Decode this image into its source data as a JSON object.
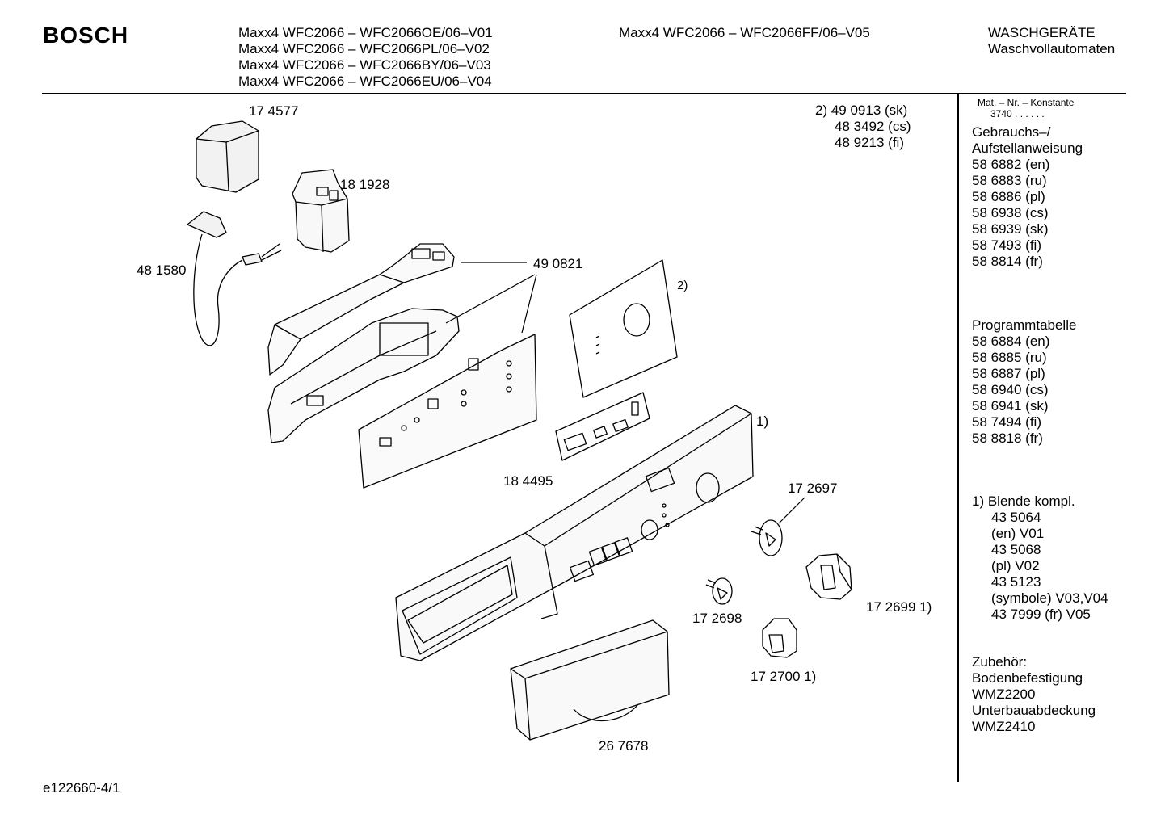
{
  "header": {
    "brand": "BOSCH",
    "models_left": [
      "Maxx4 WFC2066 – WFC2066OE/06–V01",
      "Maxx4 WFC2066 – WFC2066PL/06–V02",
      "Maxx4 WFC2066 – WFC2066BY/06–V03",
      "Maxx4 WFC2066 – WFC2066EU/06–V04"
    ],
    "model_center": "Maxx4 WFC2066 – WFC2066FF/06–V05",
    "category": "WASCHGERÄTE",
    "subcategory": "Waschvollautomaten"
  },
  "parts": {
    "p174577": "17 4577",
    "p181928": "18 1928",
    "p481580": "48 1580",
    "p490821": "49 0821",
    "note2": "2)",
    "p184495": "18 4495",
    "note1": "1)",
    "p172697": "17 2697",
    "p172698": "17 2698",
    "p172699": "17 2699 1)",
    "p172700": "17 2700 1)",
    "p267678": "26 7678",
    "footnote2": [
      "2)  49 0913 (sk)",
      "48 3492 (cs)",
      "48 9213 (fi)"
    ]
  },
  "sidebar": {
    "mat_label": "Mat. – Nr. – Konstante",
    "mat_value": "3740  .  .  .  .  .  .",
    "manual_title": [
      "Gebrauchs–/",
      "Aufstellanweisung"
    ],
    "manual_items": [
      "58 6882 (en)",
      "58 6883 (ru)",
      "58 6886 (pl)",
      "58 6938 (cs)",
      "58 6939 (sk)",
      "58 7493 (fi)",
      "58 8814 (fr)"
    ],
    "program_title": "Programmtabelle",
    "program_items": [
      "58 6884 (en)",
      "58 6885 (ru)",
      "58 6887 (pl)",
      "58 6940 (cs)",
      "58 6941 (sk)",
      "58 7494 (fi)",
      "58 8818 (fr)"
    ],
    "blende_title": "1) Blende kompl.",
    "blende_items": [
      "43 5064",
      "(en) V01",
      "43 5068",
      "(pl) V02",
      "43 5123",
      "(symbole) V03,V04",
      "43 7999 (fr) V05"
    ],
    "zubehoer": [
      "Zubehör:",
      "Bodenbefestigung",
      "WMZ2200",
      "Unterbauabdeckung",
      "WMZ2410"
    ]
  },
  "footer": {
    "drawing_id": "e122660-4/1"
  }
}
